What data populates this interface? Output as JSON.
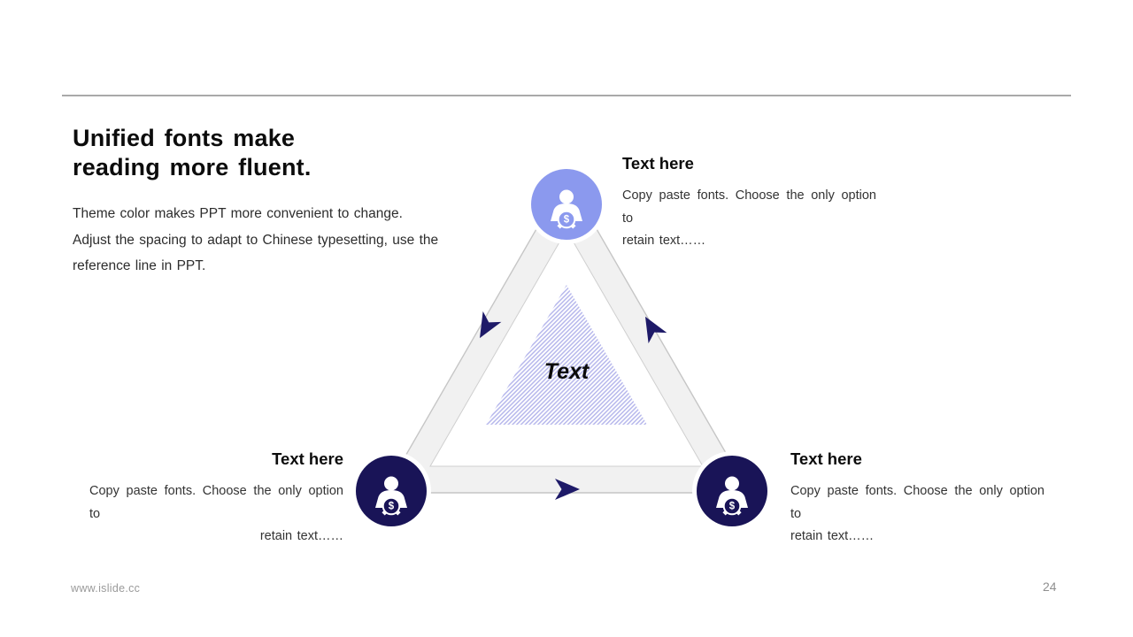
{
  "slide": {
    "title_lines": [
      "Unified fonts make",
      "reading more fluent."
    ],
    "description_lines": [
      "Theme color makes PPT more convenient to change.",
      "Adjust the spacing to adapt to Chinese typesetting, use the",
      "reference line in PPT."
    ],
    "footer": {
      "website": "www.islide.cc",
      "page_number": "24"
    }
  },
  "diagram": {
    "center_label": "Text",
    "coin_symbol": "$",
    "colors": {
      "top_circle": "#8b99ee",
      "bottom_circle": "#191457",
      "arrow": "#1e1a68",
      "ring_fill": "#f1f1f1",
      "ring_border": "#c6c6c6",
      "inner_border": "#cfcfcf",
      "hatch_stripe": "#b7b8ec",
      "halo": "#ffffff"
    }
  },
  "callouts": {
    "top_right": {
      "heading": "Text here",
      "line1": "Copy paste fonts. Choose the only option to",
      "line2": "retain text……"
    },
    "bottom_left": {
      "heading": "Text here",
      "line1": "Copy paste fonts. Choose the only option to",
      "line2": "retain text……"
    },
    "bottom_right": {
      "heading": "Text here",
      "line1": "Copy paste fonts. Choose the only option to",
      "line2": "retain text……"
    }
  }
}
